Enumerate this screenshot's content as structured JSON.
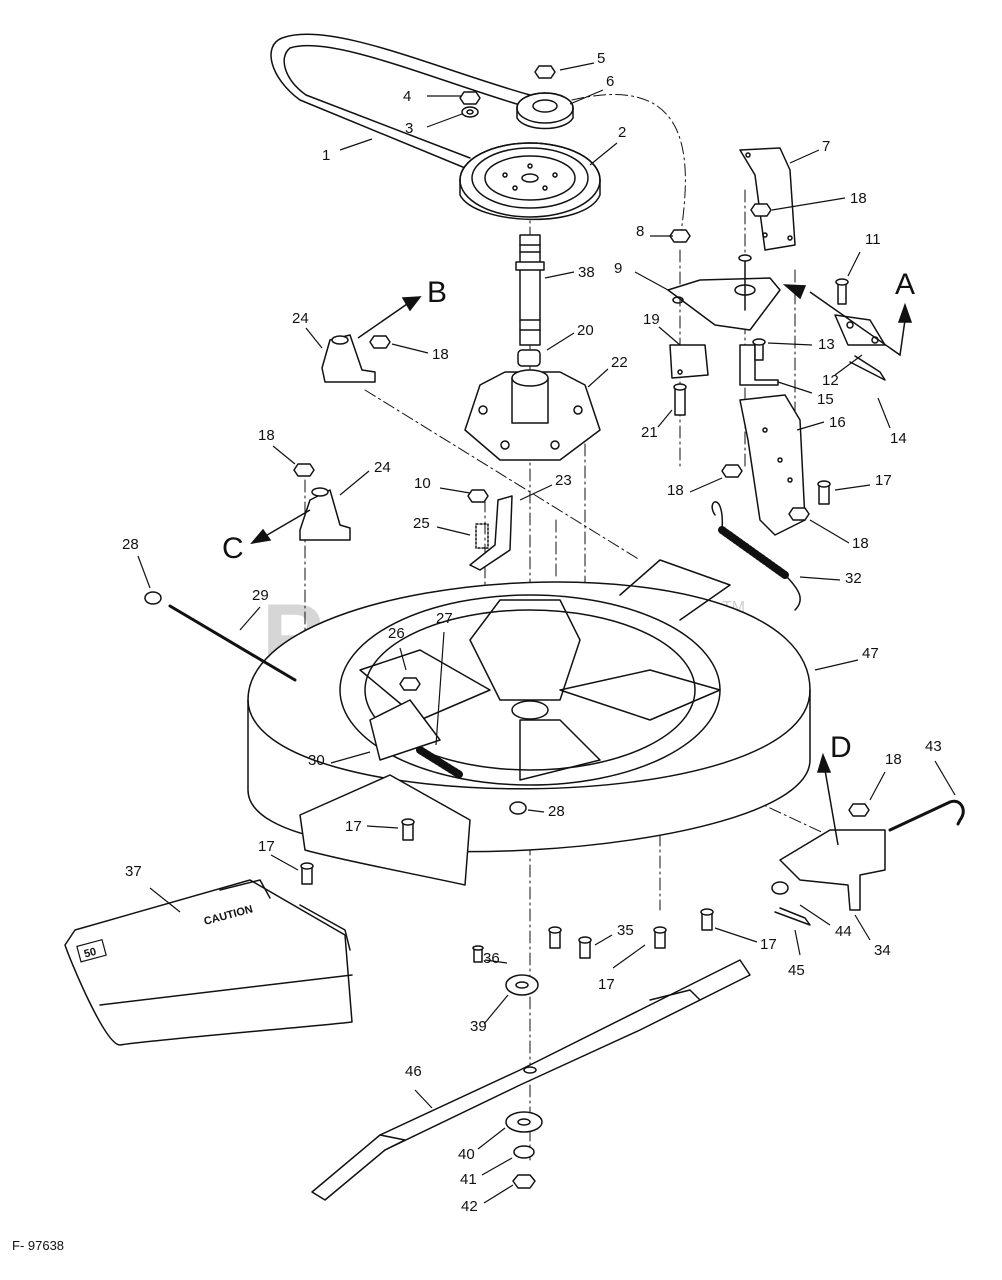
{
  "figure_id": "F- 97638",
  "watermark": "PartsTree",
  "watermark_mark": "TM",
  "chute_decal": {
    "warning": "CAUTION",
    "badge": "50"
  },
  "view_letters": [
    "A",
    "B",
    "C",
    "D"
  ],
  "callouts": [
    {
      "id": "c1",
      "num": "1"
    },
    {
      "id": "c2",
      "num": "2"
    },
    {
      "id": "c3",
      "num": "3"
    },
    {
      "id": "c4",
      "num": "4"
    },
    {
      "id": "c5",
      "num": "5"
    },
    {
      "id": "c6",
      "num": "6"
    },
    {
      "id": "c7",
      "num": "7"
    },
    {
      "id": "c8",
      "num": "8"
    },
    {
      "id": "c9",
      "num": "9"
    },
    {
      "id": "c10a",
      "num": "10"
    },
    {
      "id": "c11",
      "num": "11"
    },
    {
      "id": "c12",
      "num": "12"
    },
    {
      "id": "c13",
      "num": "13"
    },
    {
      "id": "c14",
      "num": "14"
    },
    {
      "id": "c15",
      "num": "15"
    },
    {
      "id": "c16",
      "num": "16"
    },
    {
      "id": "c17a",
      "num": "17"
    },
    {
      "id": "c17b",
      "num": "17"
    },
    {
      "id": "c17c",
      "num": "17"
    },
    {
      "id": "c17d",
      "num": "17"
    },
    {
      "id": "c17e",
      "num": "17"
    },
    {
      "id": "c18a",
      "num": "18"
    },
    {
      "id": "c18b",
      "num": "18"
    },
    {
      "id": "c18c",
      "num": "18"
    },
    {
      "id": "c18d",
      "num": "18"
    },
    {
      "id": "c18e",
      "num": "18"
    },
    {
      "id": "c18f",
      "num": "18"
    },
    {
      "id": "c19",
      "num": "19"
    },
    {
      "id": "c20",
      "num": "20"
    },
    {
      "id": "c21",
      "num": "21"
    },
    {
      "id": "c22",
      "num": "22"
    },
    {
      "id": "c23",
      "num": "23"
    },
    {
      "id": "c24a",
      "num": "24"
    },
    {
      "id": "c24b",
      "num": "24"
    },
    {
      "id": "c25",
      "num": "25"
    },
    {
      "id": "c26",
      "num": "26"
    },
    {
      "id": "c27",
      "num": "27"
    },
    {
      "id": "c28a",
      "num": "28"
    },
    {
      "id": "c28b",
      "num": "28"
    },
    {
      "id": "c29",
      "num": "29"
    },
    {
      "id": "c30",
      "num": "30"
    },
    {
      "id": "c32",
      "num": "32"
    },
    {
      "id": "c34",
      "num": "34"
    },
    {
      "id": "c35",
      "num": "35"
    },
    {
      "id": "c36",
      "num": "36"
    },
    {
      "id": "c37",
      "num": "37"
    },
    {
      "id": "c38",
      "num": "38"
    },
    {
      "id": "c39",
      "num": "39"
    },
    {
      "id": "c40",
      "num": "40"
    },
    {
      "id": "c41",
      "num": "41"
    },
    {
      "id": "c42",
      "num": "42"
    },
    {
      "id": "c43",
      "num": "43"
    },
    {
      "id": "c44",
      "num": "44"
    },
    {
      "id": "c45",
      "num": "45"
    },
    {
      "id": "c46",
      "num": "46"
    },
    {
      "id": "c47",
      "num": "47"
    }
  ]
}
